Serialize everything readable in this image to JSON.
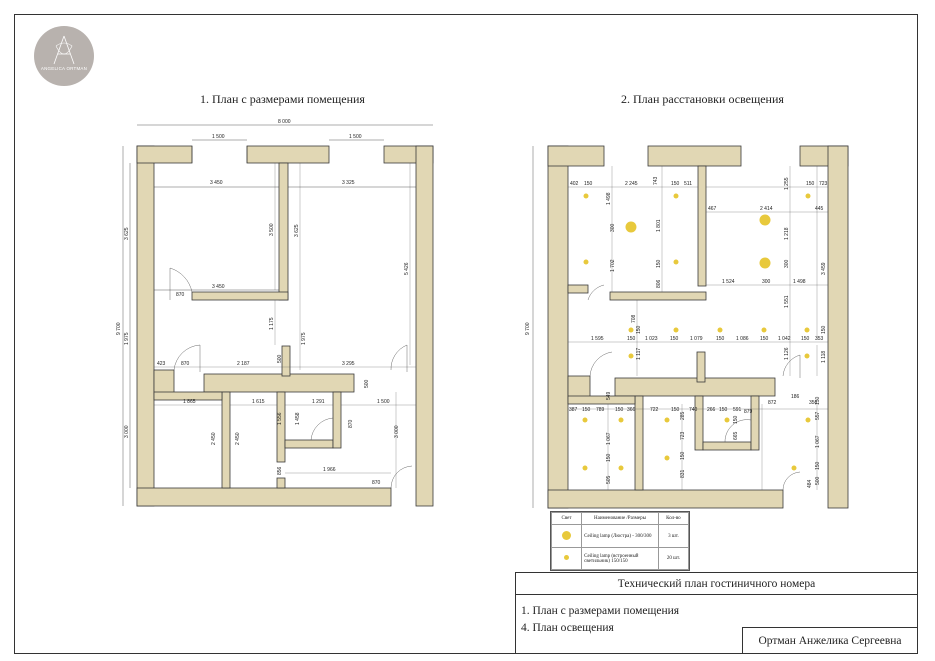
{
  "logo": {
    "text": "ANGELICA ORTMAN"
  },
  "plan1": {
    "title": "1.  План с размерами помещения",
    "dims": {
      "total_w": "8 000",
      "win1": "1 500",
      "win2": "1 500",
      "r1_w": "3 450",
      "r2_w": "3 325",
      "r1_w2": "3 450",
      "h_total": "9 700",
      "h_a": "3 625",
      "h_b": "1 975",
      "h_c": "3 000",
      "r1_h": "3 500",
      "r2_h": "3 625",
      "r2_h2": "5 426",
      "mid_h": "1 975",
      "door1": "870",
      "mid1": "1 175",
      "small1": "423",
      "door2": "870",
      "corr": "2 187",
      "small2": "500",
      "r3": "3 295",
      "r4": "500",
      "b1": "1 865",
      "b2": "1 615",
      "b3": "1 291",
      "b4": "1 500",
      "bh1": "2 450",
      "bh2": "2 450",
      "bh3": "1 556",
      "bh4": "1 458",
      "bh5": "870",
      "bh6": "3 000",
      "b5": "1 966",
      "b6": "870",
      "b7": "856"
    }
  },
  "plan2": {
    "title": "2. План  расстановки освещения",
    "dims": {
      "h_total": "9 700",
      "t1": "402",
      "t2": "150",
      "t3": "2 245",
      "t4": "743",
      "t5": "150",
      "t6": "511",
      "t7": "1 255",
      "t8": "150",
      "t9": "723",
      "v1": "1 498",
      "v2": "300",
      "v3": "1 801",
      "v4": "150",
      "v5": "806",
      "v6": "1 702",
      "v7": "467",
      "v8": "2 414",
      "v9": "445",
      "v10": "1 218",
      "v11": "300",
      "v12": "3 459",
      "v13": "1 524",
      "v14": "300",
      "v15": "1 498",
      "v16": "1 551",
      "m1": "1 595",
      "m2": "150",
      "m3": "1 023",
      "m4": "150",
      "m5": "1 079",
      "m6": "150",
      "m7": "1 086",
      "m8": "150",
      "m9": "1 042",
      "m10": "150",
      "m11": "353",
      "m12": "708",
      "m13": "150",
      "m14": "1 117",
      "m15": "1 126",
      "m16": "1 118",
      "m17": "150",
      "b1": "387",
      "b2": "150",
      "b3": "789",
      "b4": "150",
      "b5": "366",
      "b6": "722",
      "b7": "150",
      "b8": "740",
      "b9": "266",
      "b10": "150",
      "b11": "591",
      "b12": "872",
      "b13": "186",
      "b14": "356",
      "b15": "549",
      "b16": "1 067",
      "b17": "150",
      "b18": "505",
      "b19": "723",
      "b20": "285",
      "b21": "831",
      "b22": "150",
      "b23": "665",
      "b24": "879",
      "b25": "150",
      "b26": "557",
      "b27": "1 067",
      "b28": "150",
      "b29": "484",
      "b30": "500",
      "b31": "150"
    }
  },
  "legend": {
    "col1": "Свет",
    "col2": "Наименование /Размеры",
    "col3": "Кол-во",
    "row1_name": "Ceiling lamp (Люстра) - 300/300",
    "row1_qty": "3 шт.",
    "row2_name": "Ceiling lamp (встроенный светильник) 150/150",
    "row2_qty": "20 шт."
  },
  "title_block": {
    "title": "Технический план гостиничного номера",
    "line1": "1. План с размерами помещения",
    "line2": "4. План освещения",
    "author": "Ортман Анжелика Сергеевна"
  },
  "colors": {
    "wall": "#e1d7b4",
    "wall_stroke": "#3a3a3a",
    "lamp": "#e8c93c"
  }
}
